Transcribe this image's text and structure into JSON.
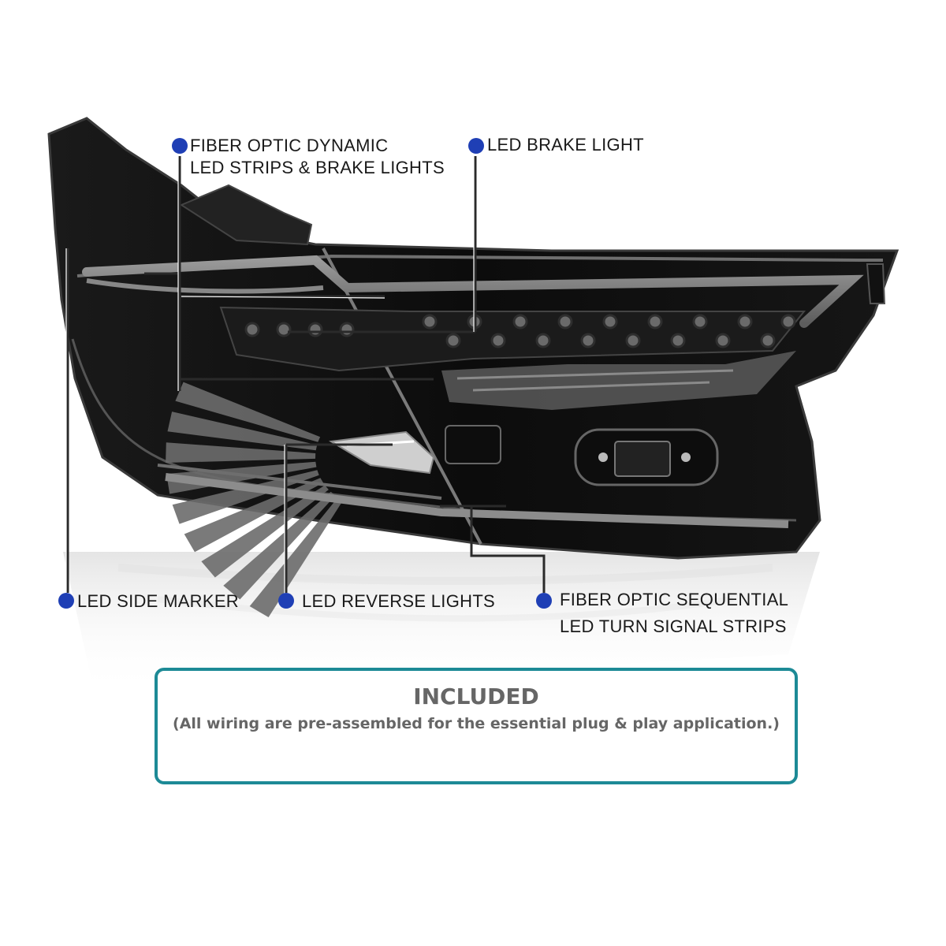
{
  "colors": {
    "bullet": "#1f3fb5",
    "leader": "#2a2a2a",
    "panel_border": "#1d8a96",
    "panel_text": "#666666"
  },
  "callouts": {
    "fiber_dynamic": {
      "line1": "FIBER OPTIC DYNAMIC",
      "line2": "LED STRIPS & BRAKE LIGHTS"
    },
    "brake_light": {
      "text": "LED BRAKE LIGHT"
    },
    "side_marker": {
      "text": "LED SIDE MARKER"
    },
    "reverse_lights": {
      "text": "LED REVERSE  LIGHTS"
    },
    "fiber_sequential": {
      "line1": "FIBER OPTIC SEQUENTIAL",
      "line2": "LED TURN SIGNAL STRIPS"
    }
  },
  "included": {
    "title": "INCLUDED",
    "subtitle": "(All wiring are pre-assembled for the essential plug & play application.)"
  }
}
